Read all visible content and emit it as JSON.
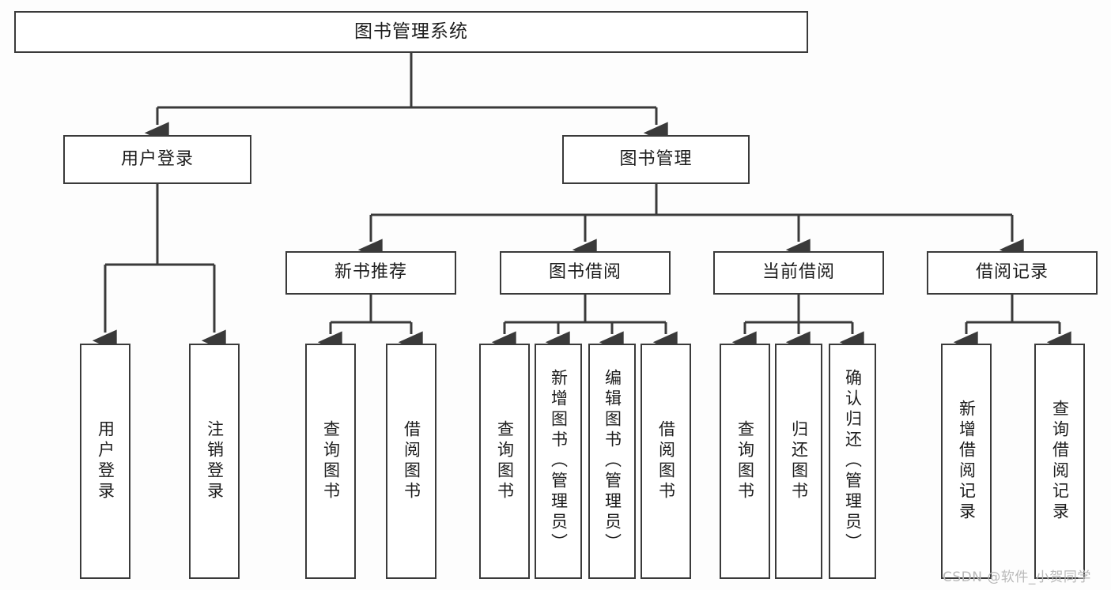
{
  "diagram": {
    "title": "图书管理系统",
    "type": "hierarchy-tree",
    "background_color": "#fdfdfd",
    "line_color": "#3a3a3a",
    "box_fill": "#ffffff",
    "nodes": {
      "root": {
        "label": "图书管理系统"
      },
      "level2": [
        {
          "label": "用户登录"
        },
        {
          "label": "图书管理"
        }
      ],
      "level3": [
        {
          "label": "新书推荐"
        },
        {
          "label": "图书借阅"
        },
        {
          "label": "当前借阅"
        },
        {
          "label": "借阅记录"
        }
      ],
      "leaves_user_login": [
        {
          "label": "用户登录"
        },
        {
          "label": "注销登录"
        }
      ],
      "leaves_new_books": [
        {
          "label": "查询图书"
        },
        {
          "label": "借阅图书"
        }
      ],
      "leaves_borrow": [
        {
          "label": "查询图书"
        },
        {
          "label": "新增图书（管理员）"
        },
        {
          "label": "编辑图书（管理员）"
        },
        {
          "label": "借阅图书"
        }
      ],
      "leaves_current": [
        {
          "label": "查询图书"
        },
        {
          "label": "归还图书"
        },
        {
          "label": "确认归还（管理员）"
        }
      ],
      "leaves_records": [
        {
          "label": "新增借阅记录"
        },
        {
          "label": "查询借阅记录"
        }
      ]
    }
  },
  "watermark": {
    "text": "CSDN @软件_小贺同学",
    "color": "#b9b9b9"
  }
}
